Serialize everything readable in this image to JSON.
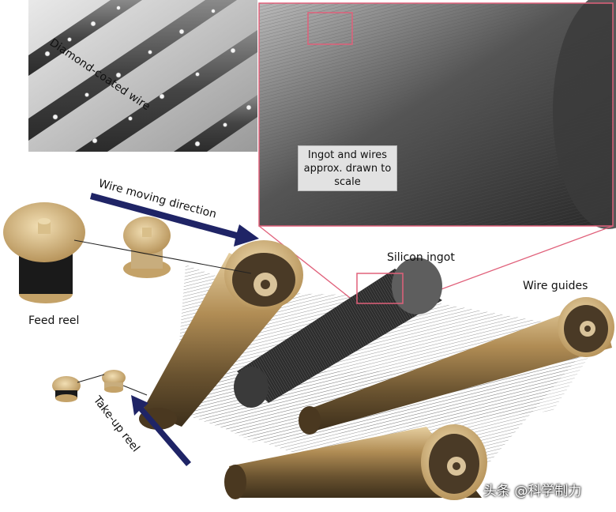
{
  "labels": {
    "diamond_wire": "Diamond-coated wire",
    "scale_note_lines": [
      "Ingot and wires",
      "approx. drawn to",
      "scale"
    ],
    "wire_direction": "Wire moving direction",
    "silicon_ingot": "Silicon ingot",
    "wire_guides": "Wire guides",
    "feed_reel": "Feed reel",
    "take_up_reel": "Take-up reel"
  },
  "watermark": "头条 @科学制力",
  "colors": {
    "arrow": "#1f2466",
    "zoom_frame": "#e0607a",
    "brass": "#c9ad7a",
    "ingot": "#3a3a3a",
    "wire_dark": "#222222"
  },
  "icons": {
    "direction_arrows": "arrow-icon"
  }
}
